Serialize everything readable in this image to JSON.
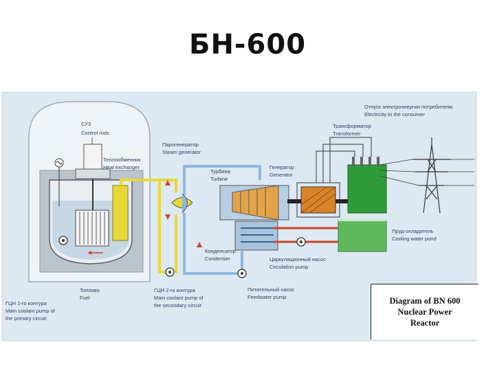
{
  "slide": {
    "title": "БН-600"
  },
  "labels": {
    "control_rods": [
      "СУЗ",
      "Control rods"
    ],
    "heat_exchanger": [
      "Теплообменник",
      "Heat exchanger"
    ],
    "steam_generator": [
      "Парогенератор",
      "Steam generator"
    ],
    "turbine": [
      "Турбина",
      "Turbine"
    ],
    "generator": [
      "Генератор",
      "Generator"
    ],
    "transformer": [
      "Трансформатор",
      "Transformer"
    ],
    "electricity": [
      "Отпуск электроэнергии потребителю",
      "Electricity to the consumer"
    ],
    "cooling_pond": [
      "Пруд-охладитель",
      "Cooling water pond"
    ],
    "condenser": [
      "Конденсатор",
      "Condenser"
    ],
    "circulation_pump": [
      "Циркуляционный насос",
      "Circulation pump"
    ],
    "feedwater_pump": [
      "Питательный насос",
      "Feedwater pump"
    ],
    "fuel": [
      "Топливо",
      "Fuel"
    ],
    "primary_pump": [
      "ГЦН 1-го контура",
      "Main coolant pump of",
      "the primary circuit"
    ],
    "secondary_pump": [
      "ГЦН 2-го контура",
      "Main coolant pump of",
      "the secondary circuit"
    ]
  },
  "caption": {
    "lines": [
      "Diagram of BN 600",
      "Nuclear Power",
      "Reactor"
    ]
  },
  "colors": {
    "panel": "#dde9f2",
    "primary_loop": "#e8d838",
    "secondary_loop": "#e8d838",
    "steam_line": "#8fb7de",
    "hot_water": "#c8442a",
    "green": "#2e9b3a",
    "generator": "#d7842a"
  }
}
